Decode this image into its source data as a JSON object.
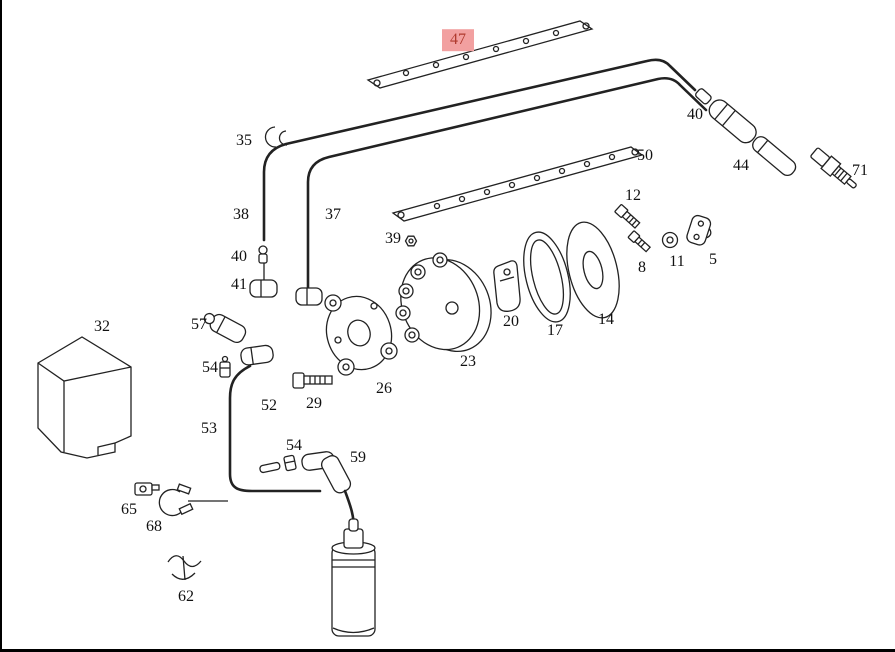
{
  "diagram": {
    "type": "exploded-parts-diagram",
    "highlight": {
      "bg": "#f2a0a0",
      "fg": "#b03a2e"
    },
    "line_color": "#222222",
    "labels": [
      {
        "text": "47",
        "highlighted": true
      },
      {
        "text": "35"
      },
      {
        "text": "50"
      },
      {
        "text": "40"
      },
      {
        "text": "44"
      },
      {
        "text": "71"
      },
      {
        "text": "38"
      },
      {
        "text": "37"
      },
      {
        "text": "12"
      },
      {
        "text": "39"
      },
      {
        "text": "8"
      },
      {
        "text": "11"
      },
      {
        "text": "5"
      },
      {
        "text": "40"
      },
      {
        "text": "41"
      },
      {
        "text": "57"
      },
      {
        "text": "32"
      },
      {
        "text": "20"
      },
      {
        "text": "17"
      },
      {
        "text": "14"
      },
      {
        "text": "23"
      },
      {
        "text": "26"
      },
      {
        "text": "54"
      },
      {
        "text": "29"
      },
      {
        "text": "52"
      },
      {
        "text": "53"
      },
      {
        "text": "54"
      },
      {
        "text": "59"
      },
      {
        "text": "65"
      },
      {
        "text": "68"
      },
      {
        "text": "62"
      }
    ]
  }
}
